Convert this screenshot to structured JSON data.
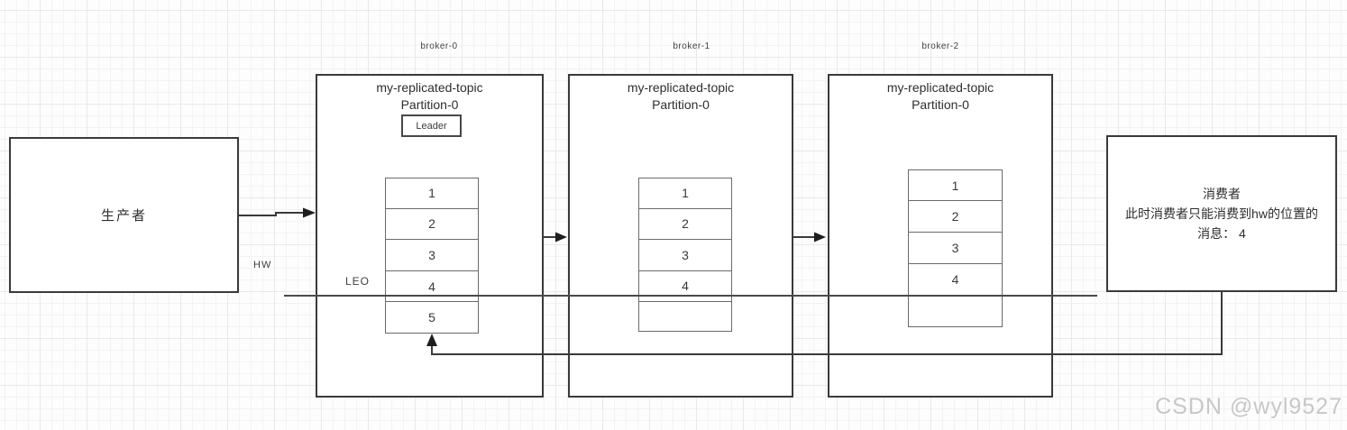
{
  "producer": {
    "label": "生产者"
  },
  "markers": {
    "hw": "HW",
    "leo": "LEO"
  },
  "brokers": [
    {
      "name": "broker-0",
      "topic": "my-replicated-topic",
      "partition": "Partition-0",
      "role": "Leader",
      "cells": [
        "1",
        "2",
        "3",
        "4",
        "5"
      ]
    },
    {
      "name": "broker-1",
      "topic": "my-replicated-topic",
      "partition": "Partition-0",
      "cells": [
        "1",
        "2",
        "3",
        "4",
        ""
      ]
    },
    {
      "name": "broker-2",
      "topic": "my-replicated-topic",
      "partition": "Partition-0",
      "cells": [
        "1",
        "2",
        "3",
        "4",
        ""
      ]
    }
  ],
  "consumer": {
    "line1": "消费者",
    "line2": "此时消费者只能消费到hw的位置的",
    "line3": "消息： 4"
  },
  "watermark": "CSDN @wyl9527",
  "colors": {
    "line": "#3a3a3a",
    "hw_line": "#4a4a4a",
    "arrowhead": "#1e1e1e"
  }
}
